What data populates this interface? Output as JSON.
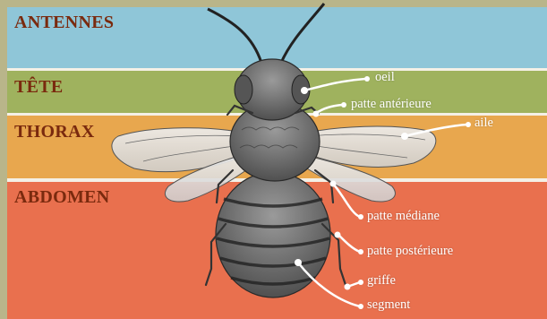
{
  "bands": [
    {
      "id": "antennes",
      "label": "ANTENNES",
      "color": "#8fc6d8"
    },
    {
      "id": "tete",
      "label": "TÊTE",
      "color": "#9fb25e"
    },
    {
      "id": "thorax",
      "label": "THORAX",
      "color": "#e8a74e"
    },
    {
      "id": "abdomen",
      "label": "ABDOMEN",
      "color": "#e9704e"
    }
  ],
  "callouts": {
    "oeil": "oeil",
    "patte_anterieure": "patte antérieure",
    "aile": "aile",
    "patte_mediane": "patte médiane",
    "patte_posterieure": "patte postérieure",
    "griffe": "griffe",
    "segment": "segment"
  },
  "colors": {
    "frame": "#b9b58a",
    "label_text": "#7a2a0e",
    "callout": "#ffffff",
    "separator": "#f4f0e6"
  }
}
